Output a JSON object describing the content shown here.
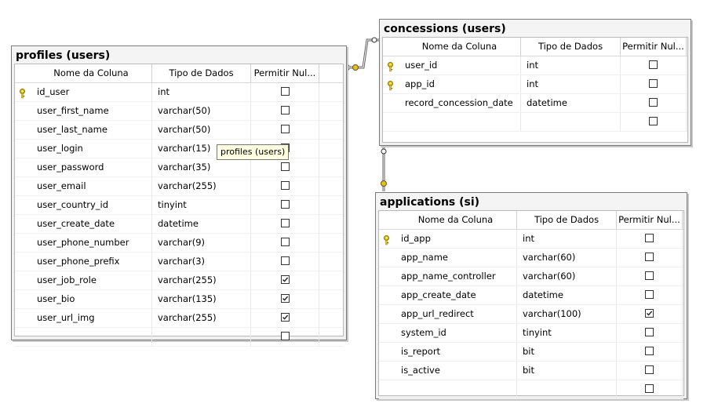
{
  "headers": {
    "name": "Nome da Coluna",
    "type": "Tipo de Dados",
    "nullable": "Permitir Nul..."
  },
  "tables": {
    "profiles": {
      "title": "profiles (users)",
      "rows": [
        {
          "name": "id_user",
          "type": "int",
          "nullable": false,
          "pk": true
        },
        {
          "name": "user_first_name",
          "type": "varchar(50)",
          "nullable": false,
          "pk": false
        },
        {
          "name": "user_last_name",
          "type": "varchar(50)",
          "nullable": false,
          "pk": false
        },
        {
          "name": "user_login",
          "type": "varchar(15)",
          "nullable": false,
          "pk": false
        },
        {
          "name": "user_password",
          "type": "varchar(35)",
          "nullable": false,
          "pk": false
        },
        {
          "name": "user_email",
          "type": "varchar(255)",
          "nullable": false,
          "pk": false
        },
        {
          "name": "user_country_id",
          "type": "tinyint",
          "nullable": false,
          "pk": false
        },
        {
          "name": "user_create_date",
          "type": "datetime",
          "nullable": false,
          "pk": false
        },
        {
          "name": "user_phone_number",
          "type": "varchar(9)",
          "nullable": false,
          "pk": false
        },
        {
          "name": "user_phone_prefix",
          "type": "varchar(3)",
          "nullable": false,
          "pk": false
        },
        {
          "name": "user_job_role",
          "type": "varchar(255)",
          "nullable": true,
          "pk": false
        },
        {
          "name": "user_bio",
          "type": "varchar(135)",
          "nullable": true,
          "pk": false
        },
        {
          "name": "user_url_img",
          "type": "varchar(255)",
          "nullable": true,
          "pk": false
        },
        {
          "name": "",
          "type": "",
          "nullable": false,
          "pk": false
        }
      ]
    },
    "concessions": {
      "title": "concessions (users)",
      "rows": [
        {
          "name": "user_id",
          "type": "int",
          "nullable": false,
          "pk": true
        },
        {
          "name": "app_id",
          "type": "int",
          "nullable": false,
          "pk": true
        },
        {
          "name": "record_concession_date",
          "type": "datetime",
          "nullable": false,
          "pk": false
        },
        {
          "name": "",
          "type": "",
          "nullable": false,
          "pk": false
        }
      ]
    },
    "applications": {
      "title": "applications (si)",
      "rows": [
        {
          "name": "id_app",
          "type": "int",
          "nullable": false,
          "pk": true
        },
        {
          "name": "app_name",
          "type": "varchar(60)",
          "nullable": false,
          "pk": false
        },
        {
          "name": "app_name_controller",
          "type": "varchar(60)",
          "nullable": false,
          "pk": false
        },
        {
          "name": "app_create_date",
          "type": "datetime",
          "nullable": false,
          "pk": false
        },
        {
          "name": "app_url_redirect",
          "type": "varchar(100)",
          "nullable": true,
          "pk": false
        },
        {
          "name": "system_id",
          "type": "tinyint",
          "nullable": false,
          "pk": false
        },
        {
          "name": "is_report",
          "type": "bit",
          "nullable": false,
          "pk": false
        },
        {
          "name": "is_active",
          "type": "bit",
          "nullable": false,
          "pk": false
        },
        {
          "name": "",
          "type": "",
          "nullable": false,
          "pk": false
        }
      ]
    }
  },
  "tooltip": "profiles (users)",
  "colors": {
    "key": "#e8c400",
    "link": "#606060"
  }
}
